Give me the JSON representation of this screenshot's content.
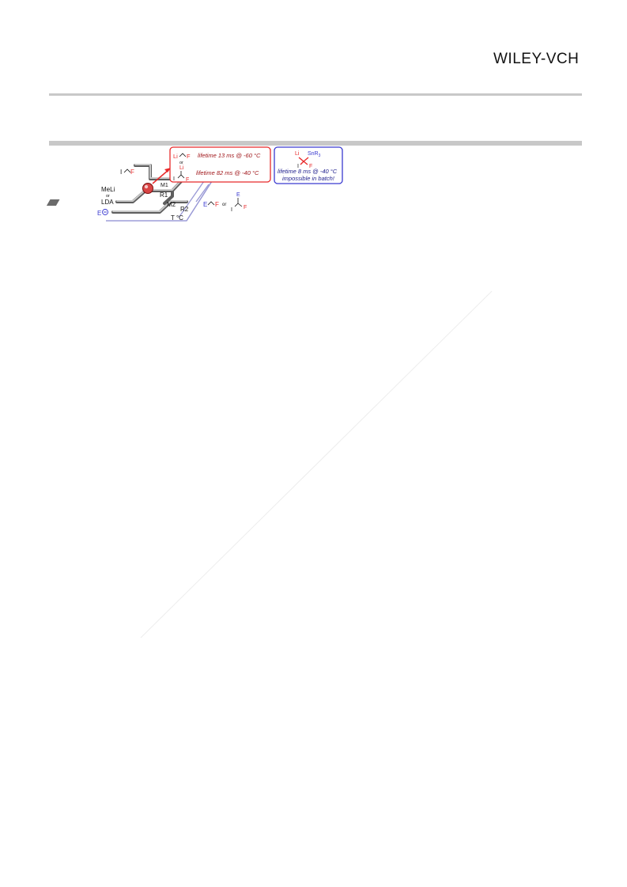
{
  "header": {
    "publisher_logo": "WILEY-VCH"
  },
  "scheme": {
    "reagent_iodo": "I",
    "reagent_iodo_f": "F",
    "base_line1": "MeLi",
    "base_or": "or",
    "base_line2": "LDA",
    "electrophile": "E",
    "mixer1": "M1",
    "mixer2": "M2",
    "reactor1": "R1",
    "reactor2": "R2",
    "temperature": "T °C",
    "product_e": "E",
    "product_f": "F",
    "product_or": "or",
    "product2_e": "E",
    "product2_i": "I",
    "product2_f": "F",
    "red_box": {
      "li1": "Li",
      "f1": "F",
      "line1": "lifetime 13 ms @ -60 °C",
      "or": "or",
      "li2": "Li",
      "i2": "I",
      "f2": "F",
      "line2": "lifetime 82 ms @ -40 °C"
    },
    "blue_box": {
      "li": "Li",
      "snr3": "SnR",
      "snr3_sub": "3",
      "i": "I",
      "f": "F",
      "line1": "lifetime 8 ms @ -40 °C",
      "line2": "impossible in batch!"
    }
  },
  "colors": {
    "red": "#e8292a",
    "darkred": "#a0161a",
    "blue": "#3a3ad0",
    "navy": "#1c1c8c",
    "gray": "#8c8c8c"
  }
}
